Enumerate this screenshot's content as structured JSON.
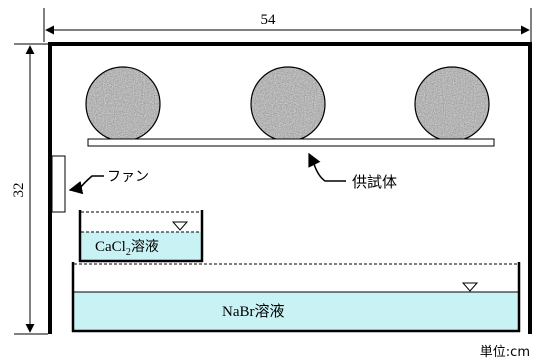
{
  "dimensions": {
    "width_label": "54",
    "height_label": "32"
  },
  "labels": {
    "fan": "ファン",
    "specimen": "供試体",
    "cacl2_prefix": "CaCl",
    "cacl2_subscript": "2",
    "cacl2_suffix": "溶液",
    "nabr": "NaBr溶液",
    "unit": "単位:cm"
  },
  "colors": {
    "solution_fill": "#c9f2f5",
    "specimen_fill": "#aaaaaa",
    "frame": "#000000"
  }
}
